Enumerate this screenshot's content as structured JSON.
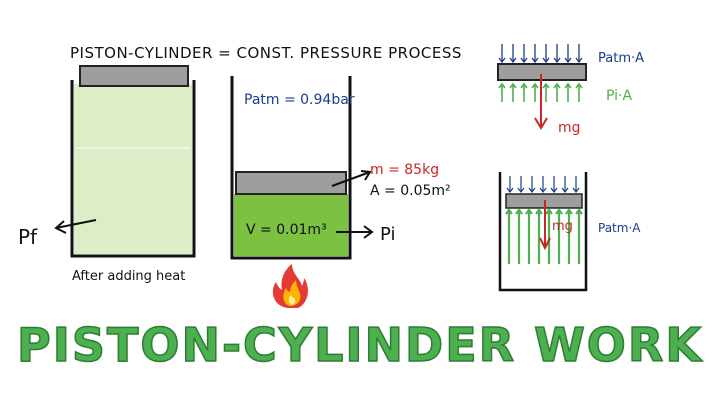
{
  "header": "PISTON-CYLINDER = CONST. PRESSURE PROCESS",
  "left": {
    "label": "After adding heat",
    "pressure": "Pf"
  },
  "middle": {
    "patm": "Patm = 0.94bar",
    "mass": "m = 85kg",
    "area": "A = 0.05m²",
    "volume": "V = 0.01m³",
    "pressure": "Pi"
  },
  "fbd": {
    "top": "Patm·A",
    "bottom": "Pi·A",
    "weight": "mg"
  },
  "piston_fbd": {
    "force": "Patm·A",
    "weight": "mg"
  },
  "footer": "PISTON-CYLINDER WORK",
  "colors": {
    "gas_light": "#dcedc8",
    "gas_dark": "#7cc142",
    "piston": "#9e9e9e",
    "blue": "#1a3c8f",
    "green": "#4caf50",
    "red": "#c62828"
  }
}
